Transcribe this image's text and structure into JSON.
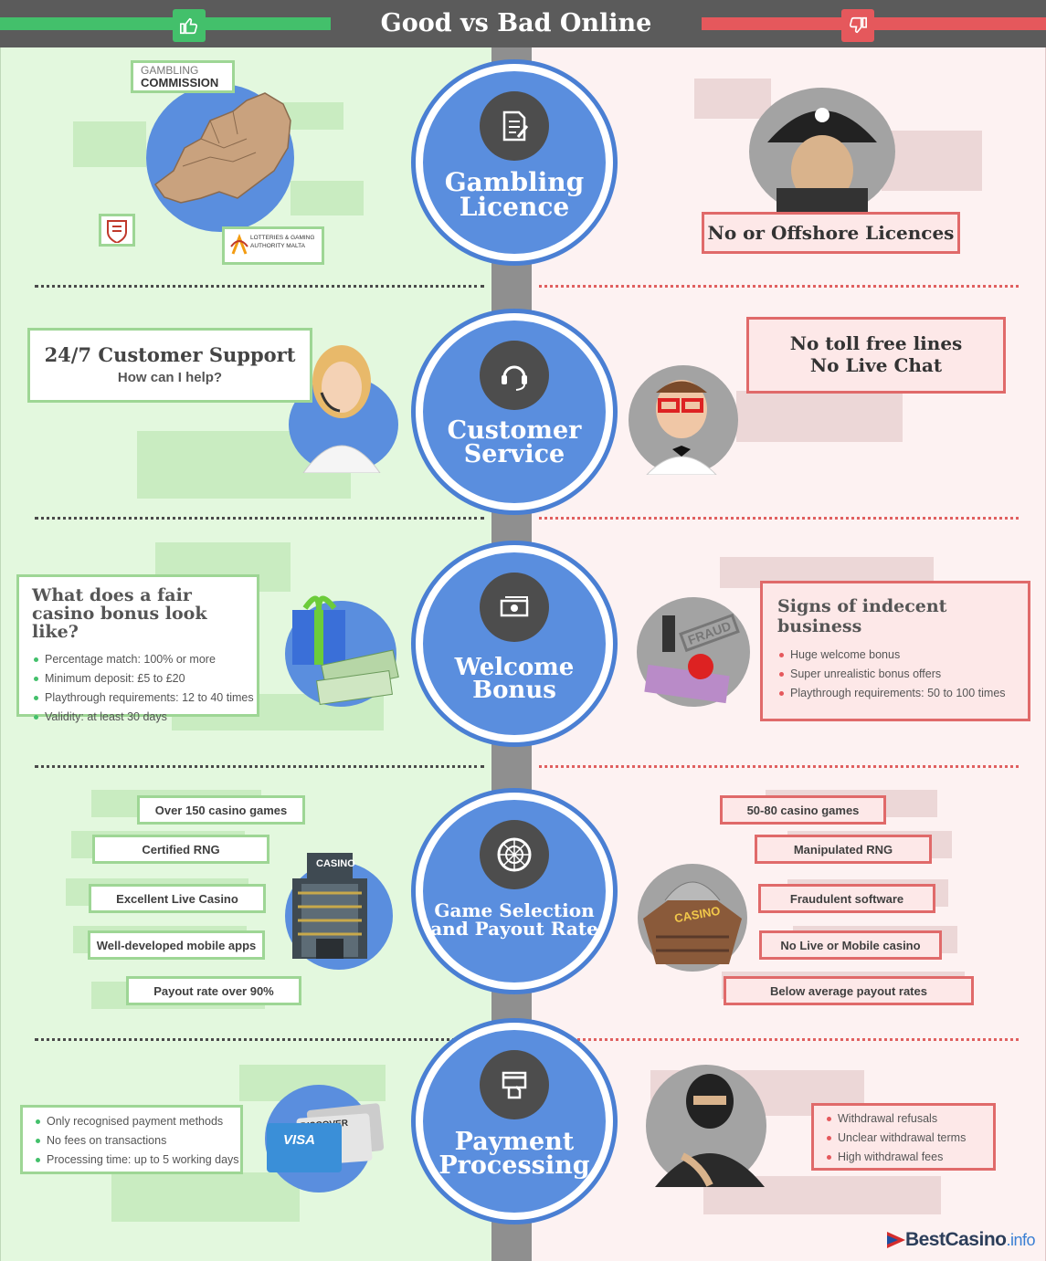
{
  "header": {
    "title": "Good vs Bad Online Casinos"
  },
  "sections": {
    "licence": {
      "title": "Gambling\nLicence",
      "good": {
        "commission_line1": "GAMBLING",
        "commission_line2": "COMMISSION",
        "malta_line1": "LOTTERIES & GAMING",
        "malta_line2": "AUTHORITY MALTA"
      },
      "bad": {
        "text": "No or Offshore Licences"
      }
    },
    "service": {
      "title": "Customer\nService",
      "good": {
        "heading": "24/7 Customer Support",
        "sub": "How can I help?"
      },
      "bad": {
        "line1": "No toll free lines",
        "line2": "No Live Chat"
      }
    },
    "bonus": {
      "title": "Welcome\nBonus",
      "good": {
        "heading": "What does a fair\ncasino bonus look like?",
        "items": [
          "Percentage match: 100% or more",
          "Minimum deposit: £5 to £20",
          "Playthrough requirements: 12 to 40 times",
          "Validity: at least 30 days"
        ]
      },
      "bad": {
        "heading": "Signs of indecent\nbusiness",
        "stamp": "FRAUD",
        "items": [
          "Huge welcome bonus",
          "Super unrealistic bonus offers",
          "Playthrough requirements: 50 to 100 times"
        ]
      }
    },
    "games": {
      "title": "Game Selection\nand Payout Rate",
      "good": {
        "sign": "CASINO",
        "items": [
          "Over 150 casino games",
          "Certified RNG",
          "Excellent Live Casino",
          "Well-developed mobile apps",
          "Payout rate over 90%"
        ]
      },
      "bad": {
        "sign": "CASINO",
        "items": [
          "50-80 casino games",
          "Manipulated RNG",
          "Fraudulent software",
          "No Live or Mobile casino",
          "Below average payout rates"
        ]
      }
    },
    "payment": {
      "title": "Payment\nProcessing",
      "good": {
        "items": [
          "Only recognised payment methods",
          "No fees on transactions",
          "Processing time: up to 5 working days"
        ],
        "card1": "VISA",
        "card2": "DISCOVER"
      },
      "bad": {
        "items": [
          "Withdrawal refusals",
          "Unclear withdrawal terms",
          "High withdrawal fees"
        ]
      }
    }
  },
  "footer": {
    "logo_main": "BestCasino",
    "logo_suffix": ".info"
  },
  "colors": {
    "good": "#43c06b",
    "bad": "#e5585c",
    "circle": "#5a8ede",
    "strip": "#8f8f8f"
  }
}
